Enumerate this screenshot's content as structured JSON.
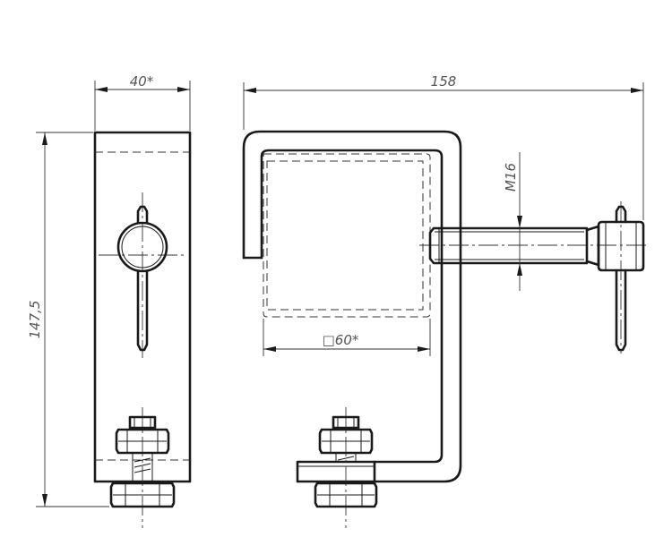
{
  "drawing": {
    "dimensions": {
      "width_side": "40*",
      "overall_length": "158",
      "height": "147,5",
      "thread": "M16",
      "tube_size": "□60*"
    }
  }
}
